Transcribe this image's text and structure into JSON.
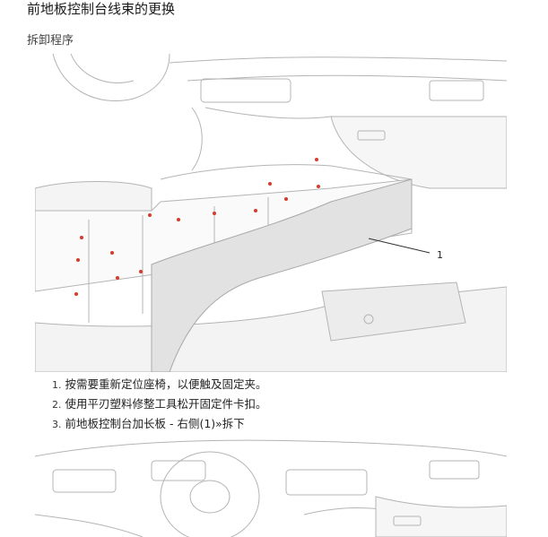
{
  "document": {
    "title": "前地板控制台线束的更换",
    "section_heading": "拆卸程序"
  },
  "figure_1": {
    "callout_label": "1"
  },
  "steps": [
    {
      "number": "1.",
      "text": "按需要重新定位座椅，以便触及固定夹。"
    },
    {
      "number": "2.",
      "text": "使用平刃塑料修整工具松开固定件卡扣。"
    },
    {
      "number": "3.",
      "text": "前地板控制台加长板 - 右侧(1)»拆下"
    }
  ],
  "colors": {
    "line_art": "#9a9a9a",
    "highlight_panel": "#e2e2e2",
    "callout_marker": "#d93a2b"
  }
}
